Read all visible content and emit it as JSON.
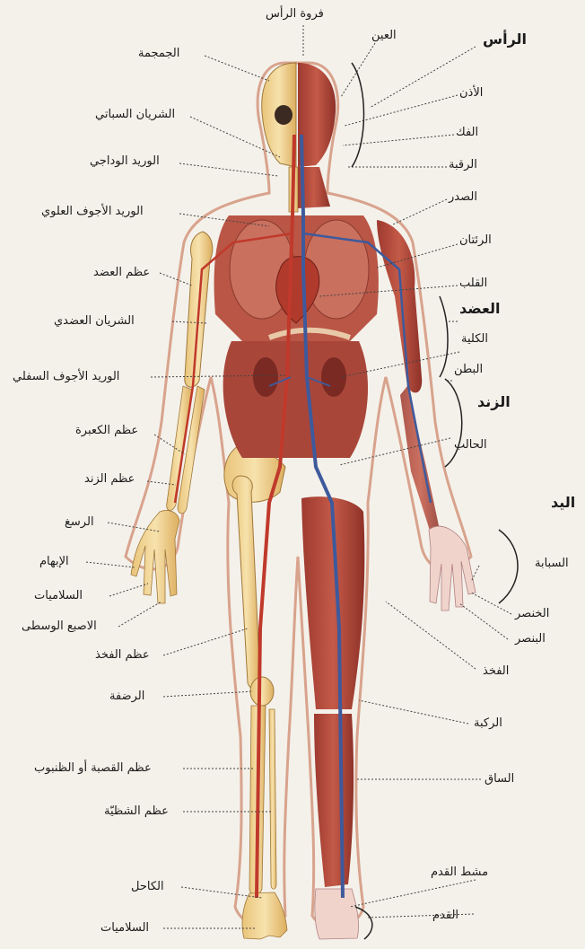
{
  "labels": {
    "scalp": "فروة الرأس",
    "skull": "الجمجمة",
    "eye": "العين",
    "head": "الرأس",
    "ear": "الأذن",
    "carotid": "الشريان السباتي",
    "jaw": "الفك",
    "jugular": "الوريد الوداجي",
    "neck": "الرقبة",
    "chest": "الصدر",
    "svc": "الوريد الأجوف العلوي",
    "lungs": "الرئتان",
    "humerus": "عظم العضد",
    "heart": "القلب",
    "upper_arm": "العضد",
    "brachial_artery": "الشريان العضدي",
    "kidney": "الكلية",
    "ivc": "الوريد الأجوف السفلي",
    "abdomen": "البطن",
    "forearm": "الزند",
    "radius": "عظم الكعبرة",
    "ureter": "الحالب",
    "ulna": "عظم الزند",
    "hand": "اليد",
    "wrist": "الرسغ",
    "index_finger": "السبابة",
    "thumb": "الإبهام",
    "phalanges_hand": "السلاميات",
    "little_finger": "الخنصر",
    "middle_finger": "الاصبع الوسطى",
    "ring_finger": "البنصر",
    "femur": "عظم الفخذ",
    "thigh": "الفخذ",
    "patella": "الرضفة",
    "knee": "الركبة",
    "tibia": "عظم القصبة أو الظنبوب",
    "leg": "الساق",
    "fibula": "عظم الشظيّة",
    "metatarsus": "مشط القدم",
    "ankle": "الكاحل",
    "foot": "القدم",
    "phalanges_foot": "السلاميات"
  },
  "colors": {
    "bone": "#f1d79a",
    "muscle": "#b5473c",
    "artery": "#c0392b",
    "vein": "#3e5a9c",
    "lung": "#c9705f",
    "background": "#f4f1ea"
  }
}
